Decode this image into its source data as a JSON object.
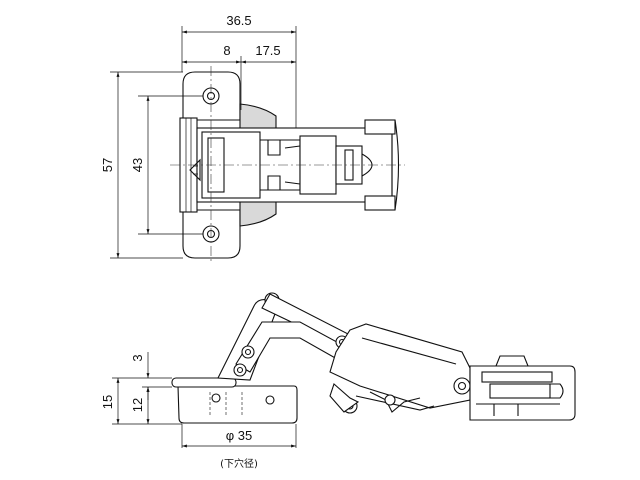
{
  "top_view": {
    "dim_overall_depth": "36.5",
    "dim_boss_offset": "8",
    "dim_cup_to_arm": "17.5",
    "dim_plate_height": "57",
    "dim_screw_pitch": "43"
  },
  "side_view": {
    "dim_flange": "3",
    "dim_total_depth": "15",
    "dim_cup_depth": "12",
    "dim_cup_diameter": "φ 35",
    "note_bore": "(下穴径)"
  }
}
